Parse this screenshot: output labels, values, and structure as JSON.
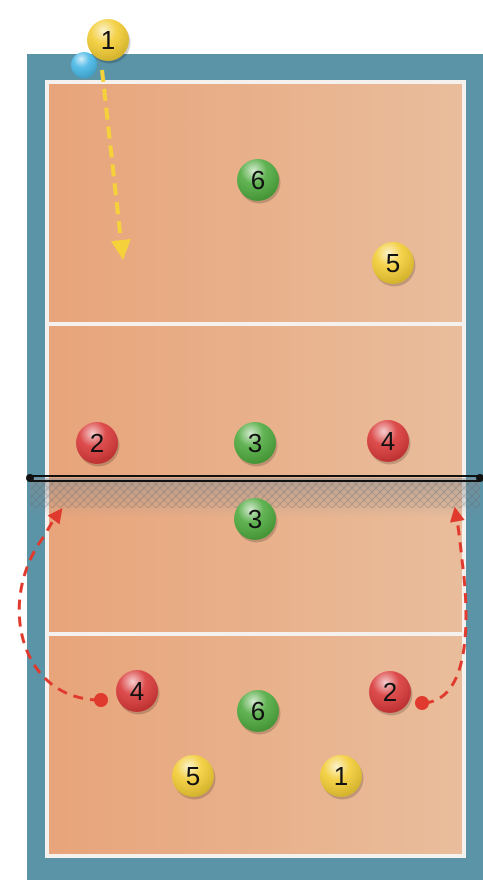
{
  "colors": {
    "frame": "#5b93a7",
    "court_left": "#e8a47a",
    "court_right": "#e9bd9c",
    "lines": "#f4f1ee",
    "team_red": "#d9393a",
    "team_green": "#4faa3f",
    "team_yellow": "#f2cc34",
    "arrow_yellow": "#f6d23a",
    "arrow_red": "#e03a2e",
    "ball": "#47b8e6",
    "net": "#111111"
  },
  "players": [
    {
      "id": "server-1",
      "label": "1",
      "team": "yellow",
      "icon": "player-token"
    },
    {
      "id": "top-6",
      "label": "6",
      "team": "green",
      "icon": "player-token"
    },
    {
      "id": "top-5",
      "label": "5",
      "team": "yellow",
      "icon": "player-token"
    },
    {
      "id": "front-left-2",
      "label": "2",
      "team": "red",
      "icon": "player-token"
    },
    {
      "id": "front-mid-3",
      "label": "3",
      "team": "green",
      "icon": "player-token"
    },
    {
      "id": "front-right-4",
      "label": "4",
      "team": "red",
      "icon": "player-token"
    },
    {
      "id": "blocker-3",
      "label": "3",
      "team": "green",
      "icon": "player-token"
    },
    {
      "id": "back-left-4",
      "label": "4",
      "team": "red",
      "icon": "player-token"
    },
    {
      "id": "back-mid-6",
      "label": "6",
      "team": "green",
      "icon": "player-token"
    },
    {
      "id": "back-right-2",
      "label": "2",
      "team": "red",
      "icon": "player-token"
    },
    {
      "id": "back-left-5",
      "label": "5",
      "team": "yellow",
      "icon": "player-token"
    },
    {
      "id": "back-right-1",
      "label": "1",
      "team": "yellow",
      "icon": "player-token"
    }
  ],
  "ball": {
    "icon": "volleyball-icon"
  },
  "arrows": [
    {
      "id": "serve-arrow",
      "style": "dashed",
      "color_key": "arrow_yellow",
      "icon": "dashed-arrow-icon"
    },
    {
      "id": "move-left-arrow",
      "style": "dashed",
      "color_key": "arrow_red",
      "icon": "dashed-arrow-icon"
    },
    {
      "id": "move-right-arrow",
      "style": "dashed",
      "color_key": "arrow_red",
      "icon": "dashed-arrow-icon"
    }
  ]
}
